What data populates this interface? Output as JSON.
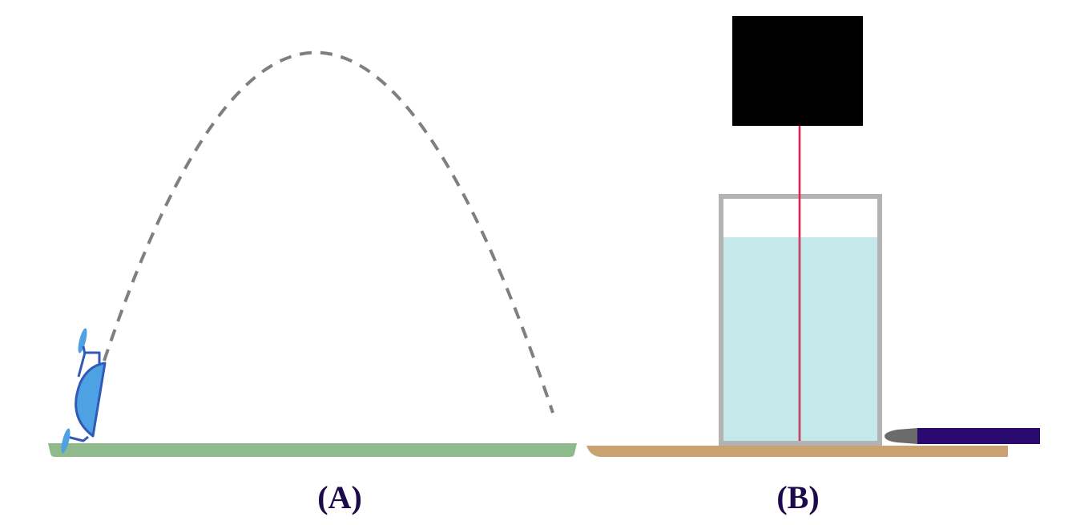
{
  "panels": [
    {
      "id": "A",
      "label": "(A)"
    },
    {
      "id": "B",
      "label": "(B)"
    }
  ],
  "colors": {
    "trajectory": "#7f7f7f",
    "grass": "#8fbb8c",
    "robot_body": "#4ea1e3",
    "robot_outline": "#2f5ab8",
    "propeller": "#4ea1e3",
    "table": "#c8a270",
    "sensor_box": "#000000",
    "laser": "#e8194b",
    "beaker_frame": "#b3b3b3",
    "water": "#c5e8ea",
    "pen_body": "#2a0a6e",
    "pen_tip": "#6b6b6b",
    "label_text": "#1c0a4a"
  },
  "icons": {
    "panel_a": [
      "drone-icon",
      "trajectory-arc",
      "ground-strip"
    ],
    "panel_b": [
      "sensor-box",
      "laser-beam",
      "beaker",
      "water",
      "pen-icon",
      "table"
    ]
  }
}
